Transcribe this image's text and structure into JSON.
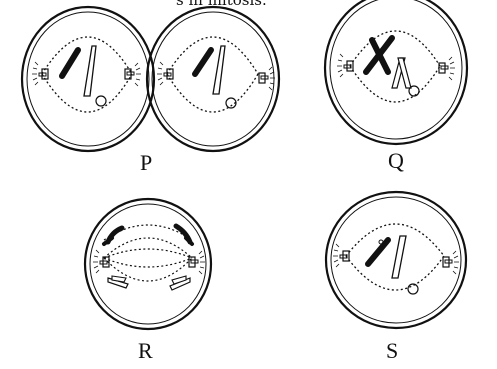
{
  "header_fragment": "s in mitosis.",
  "labels": {
    "p": "P",
    "q": "Q",
    "r": "R",
    "s": "S"
  },
  "colors": {
    "ink": "#111111",
    "background": "#ffffff"
  }
}
